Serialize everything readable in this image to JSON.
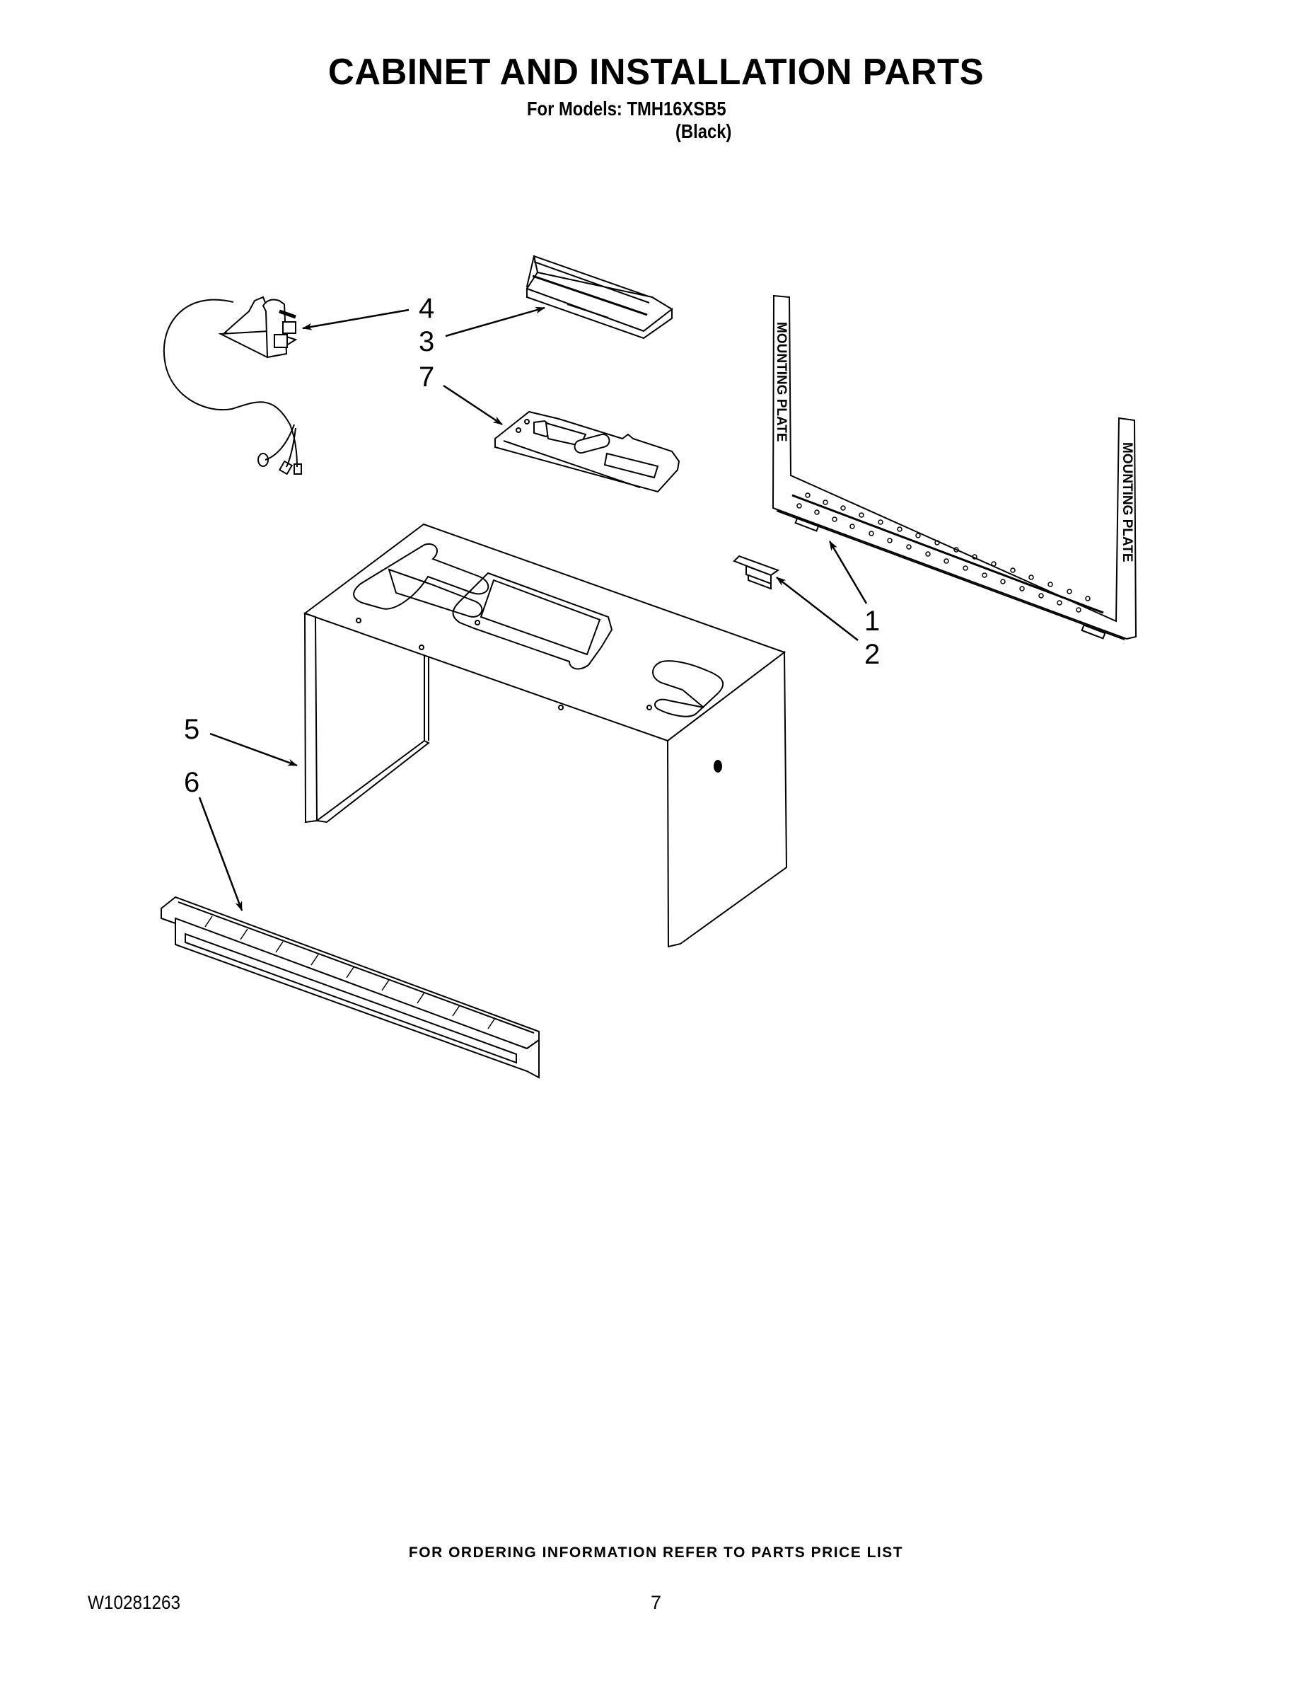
{
  "header": {
    "title": "CABINET AND INSTALLATION PARTS",
    "models_line": "For Models: TMH16XSB5",
    "variant": "(Black)"
  },
  "diagram": {
    "callouts": [
      {
        "id": "1",
        "label": "1",
        "part": "mounting-plate"
      },
      {
        "id": "2",
        "label": "2",
        "part": "bracket"
      },
      {
        "id": "3",
        "label": "3",
        "part": "top-duct"
      },
      {
        "id": "4",
        "label": "4",
        "part": "power-cord"
      },
      {
        "id": "5",
        "label": "5",
        "part": "cabinet"
      },
      {
        "id": "6",
        "label": "6",
        "part": "bottom-grille"
      },
      {
        "id": "7",
        "label": "7",
        "part": "top-plate"
      }
    ],
    "mounting_plate_text": "MOUNTING PLATE"
  },
  "footer": {
    "ordering_note": "FOR ORDERING INFORMATION REFER TO PARTS PRICE LIST",
    "document_number": "W10281263",
    "page_number": "7"
  }
}
